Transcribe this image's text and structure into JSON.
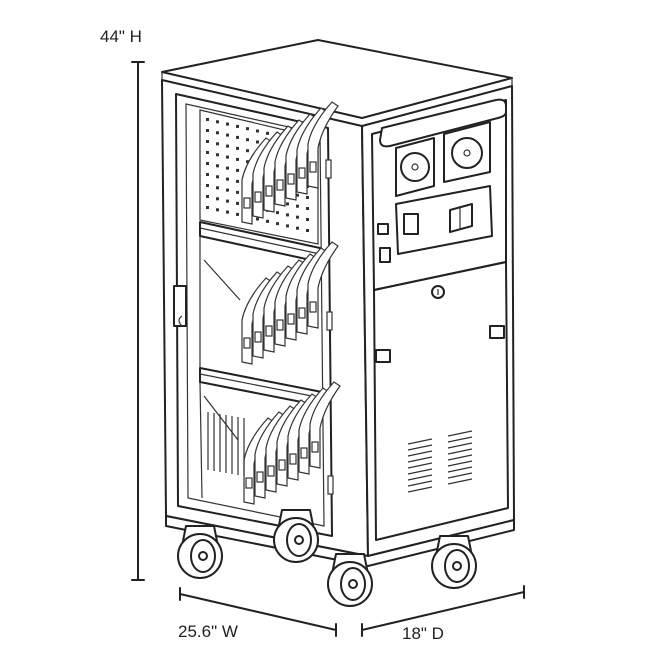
{
  "dimensions": {
    "height": "44\" H",
    "width": "25.6\" W",
    "depth": "18\" D"
  },
  "icons": {
    "cart": "charging-cart-icon",
    "fan": "fan-icon",
    "lock": "lock-icon",
    "caster": "caster-wheel-icon"
  }
}
